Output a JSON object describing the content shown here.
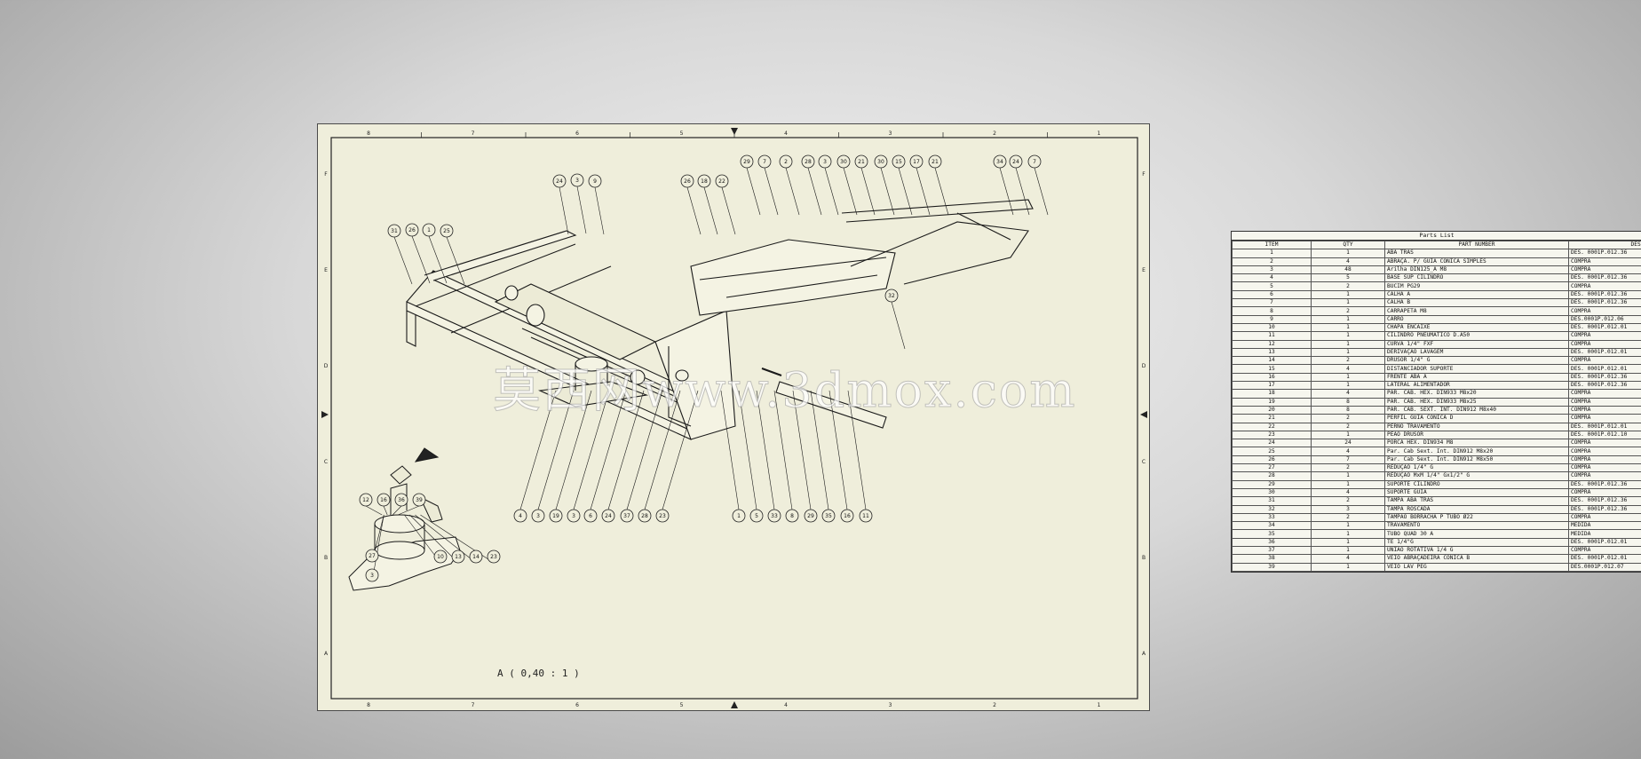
{
  "drawing": {
    "scale_label": "A  ( 0,40 : 1 )",
    "col_markers": [
      "8",
      "7",
      "6",
      "5",
      "4",
      "3",
      "2",
      "1"
    ],
    "row_markers": [
      "F",
      "E",
      "D",
      "C",
      "B",
      "A"
    ],
    "balloons_main": [
      "31",
      "26",
      "1",
      "25",
      "24",
      "3",
      "9",
      "26",
      "18",
      "22",
      "29",
      "7",
      "2",
      "28",
      "3",
      "30",
      "21",
      "30",
      "15",
      "17",
      "21",
      "34",
      "24",
      "7",
      "32"
    ],
    "balloons_bottom": [
      "4",
      "3",
      "19",
      "3",
      "6",
      "24",
      "37",
      "28",
      "23",
      "1",
      "5",
      "33",
      "8",
      "29",
      "35",
      "16",
      "11"
    ],
    "balloons_detail": [
      "12",
      "16",
      "36",
      "39",
      "27",
      "10",
      "13",
      "14",
      "23",
      "3"
    ]
  },
  "watermark": "莫西网www.3dmox.com",
  "parts_list": {
    "title": "Parts List",
    "headers": [
      "ITEM",
      "QTY",
      "PART NUMBER",
      "DESCRIPTION"
    ],
    "rows": [
      [
        "1",
        "1",
        "ABA TRÁS",
        "DES. 0001P.012.36"
      ],
      [
        "2",
        "4",
        "ABRAÇA. P/ GUIA CONICA SIMPLES",
        "COMPRA"
      ],
      [
        "3",
        "48",
        "Arilha DIN125_A M8",
        "COMPRA"
      ],
      [
        "4",
        "5",
        "BASE SUP CILINDRO",
        "DES. 0001P.012.36"
      ],
      [
        "5",
        "2",
        "BUCIM PG29",
        "COMPRA"
      ],
      [
        "6",
        "1",
        "CALHA A",
        "DES. 0001P.012.36"
      ],
      [
        "7",
        "1",
        "CALHA B",
        "DES. 0001P.012.36"
      ],
      [
        "8",
        "2",
        "CARRAPETA M8",
        "COMPRA"
      ],
      [
        "9",
        "1",
        "CARRO",
        "DES.0001P.012.06"
      ],
      [
        "10",
        "1",
        "CHAPA ENCAIXE",
        "DES. 0001P.012.01"
      ],
      [
        "11",
        "1",
        "CILINDRO PNEUMATICO D.A50",
        "COMPRA"
      ],
      [
        "12",
        "1",
        "CURVA 1/4\" FXF",
        "COMPRA"
      ],
      [
        "13",
        "1",
        "DERIVAÇÃO LAVAGEM",
        "DES. 0001P.012.01"
      ],
      [
        "14",
        "2",
        "DRUSOR 1/4\" G",
        "COMPRA"
      ],
      [
        "15",
        "4",
        "DISTANCIADOR SUPORTE",
        "DES. 0001P.012.01"
      ],
      [
        "16",
        "1",
        "FRENTE ABA A",
        "DES. 0001P.012.36"
      ],
      [
        "17",
        "1",
        "LATERAL ALIMENTADOR",
        "DES. 0001P.012.36"
      ],
      [
        "18",
        "4",
        "PAR. CAB. HEX. DIN933 M8x20",
        "COMPRA"
      ],
      [
        "19",
        "8",
        "PAR. CAB. HEX. DIN933 M8x25",
        "COMPRA"
      ],
      [
        "20",
        "8",
        "PAR. CAB. SEXT. INT. DIN912 M8x40",
        "COMPRA"
      ],
      [
        "21",
        "2",
        "PERFIL GUIA CONICA D",
        "COMPRA"
      ],
      [
        "22",
        "2",
        "PERNO TRAVAMENTO",
        "DES. 0001P.012.01"
      ],
      [
        "23",
        "1",
        "PEÃO DRUSOR",
        "DES. 0001P.012.10"
      ],
      [
        "24",
        "24",
        "PORCA HEX. DIN934 M8",
        "COMPRA"
      ],
      [
        "25",
        "4",
        "Par. Cab Sext. Int. DIN912 M8x20",
        "COMPRA"
      ],
      [
        "26",
        "7",
        "Par. Cab Sext. Int. DIN912 M8x50",
        "COMPRA"
      ],
      [
        "27",
        "2",
        "REDUÇÃO 1/4\" G",
        "COMPRA"
      ],
      [
        "28",
        "1",
        "REDUÇÃO MxM 1/4\" Gx1/2\" G",
        "COMPRA"
      ],
      [
        "29",
        "1",
        "SUPORTE CILINDRO",
        "DES. 0001P.012.36"
      ],
      [
        "30",
        "4",
        "SUPORTE GUIA",
        "COMPRA"
      ],
      [
        "31",
        "2",
        "TAMPA ABA TRÁS",
        "DES. 0001P.012.36"
      ],
      [
        "32",
        "3",
        "TAMPA ROSCADA",
        "DES. 0001P.012.36"
      ],
      [
        "33",
        "2",
        "TAMPÃO BORRACHA P TUBO Ø22",
        "COMPRA"
      ],
      [
        "34",
        "1",
        "TRAVAMENTO",
        "MEDIDA"
      ],
      [
        "35",
        "1",
        "TUBO QUAD 30 A",
        "MEDIDA"
      ],
      [
        "36",
        "1",
        "TÊ 1/4\"G",
        "DES. 0001P.012.01"
      ],
      [
        "37",
        "1",
        "UNIÃO ROTATIVA 1/4 G",
        "COMPRA"
      ],
      [
        "38",
        "4",
        "VEIO ABRAÇADEIRA CONICA B",
        "DES. 0001P.012.01"
      ],
      [
        "39",
        "1",
        "VEIO LAV PEG",
        "DES.0001P.012.07"
      ]
    ]
  }
}
